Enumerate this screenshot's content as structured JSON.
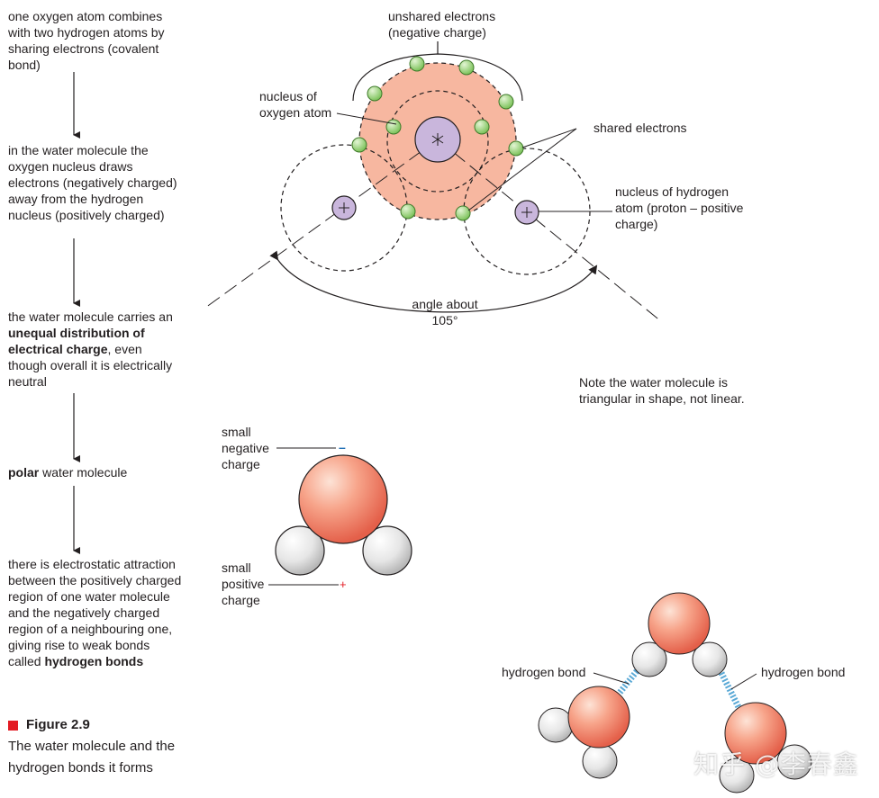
{
  "flow": {
    "step1": "one oxygen atom combines with two hydrogen atoms by sharing electrons (covalent bond)",
    "step2": "in the water molecule the oxygen nucleus draws electrons (negatively charged) away from the hydrogen nucleus (positively charged)",
    "step3_pre": "the water molecule carries an ",
    "step3_bold": "unequal distribution of electrical charge",
    "step3_post": ", even though overall it is electrically neutral",
    "step4_bold": "polar",
    "step4_post": " water molecule",
    "step5_pre": "there is electrostatic attraction between the positively charged region of one water molecule and the negatively charged region of a neighbouring one, giving rise to weak bonds called ",
    "step5_bold": "hydrogen bonds"
  },
  "atom_diagram": {
    "unshared_electrons": "unshared electrons (negative charge)",
    "nucleus_oxygen": "nucleus of oxygen atom",
    "shared_electrons": "shared electrons",
    "nucleus_hydrogen": "nucleus of hydrogen atom (proton – positive charge)",
    "angle": "angle about 105°",
    "note": "Note the water molecule is triangular in shape, not linear."
  },
  "polar_model": {
    "negative_label": "small negative charge",
    "negative_sign": "–",
    "positive_label": "small positive charge",
    "positive_sign": "+"
  },
  "hbond_model": {
    "label_left": "hydrogen bond",
    "label_right": "hydrogen bond"
  },
  "caption": {
    "figure": "Figure 2.9",
    "text": "The water molecule and the hydrogen bonds it forms"
  },
  "watermark": "知乎 @李春鑫",
  "colors": {
    "oxygen_shell": "#f4b49a",
    "nucleus": "#c9b6dc",
    "electron": "#a8d98a",
    "figure_square": "#e31b23",
    "negative_sign": "#1f6fb5",
    "positive_sign": "#e31b23"
  }
}
